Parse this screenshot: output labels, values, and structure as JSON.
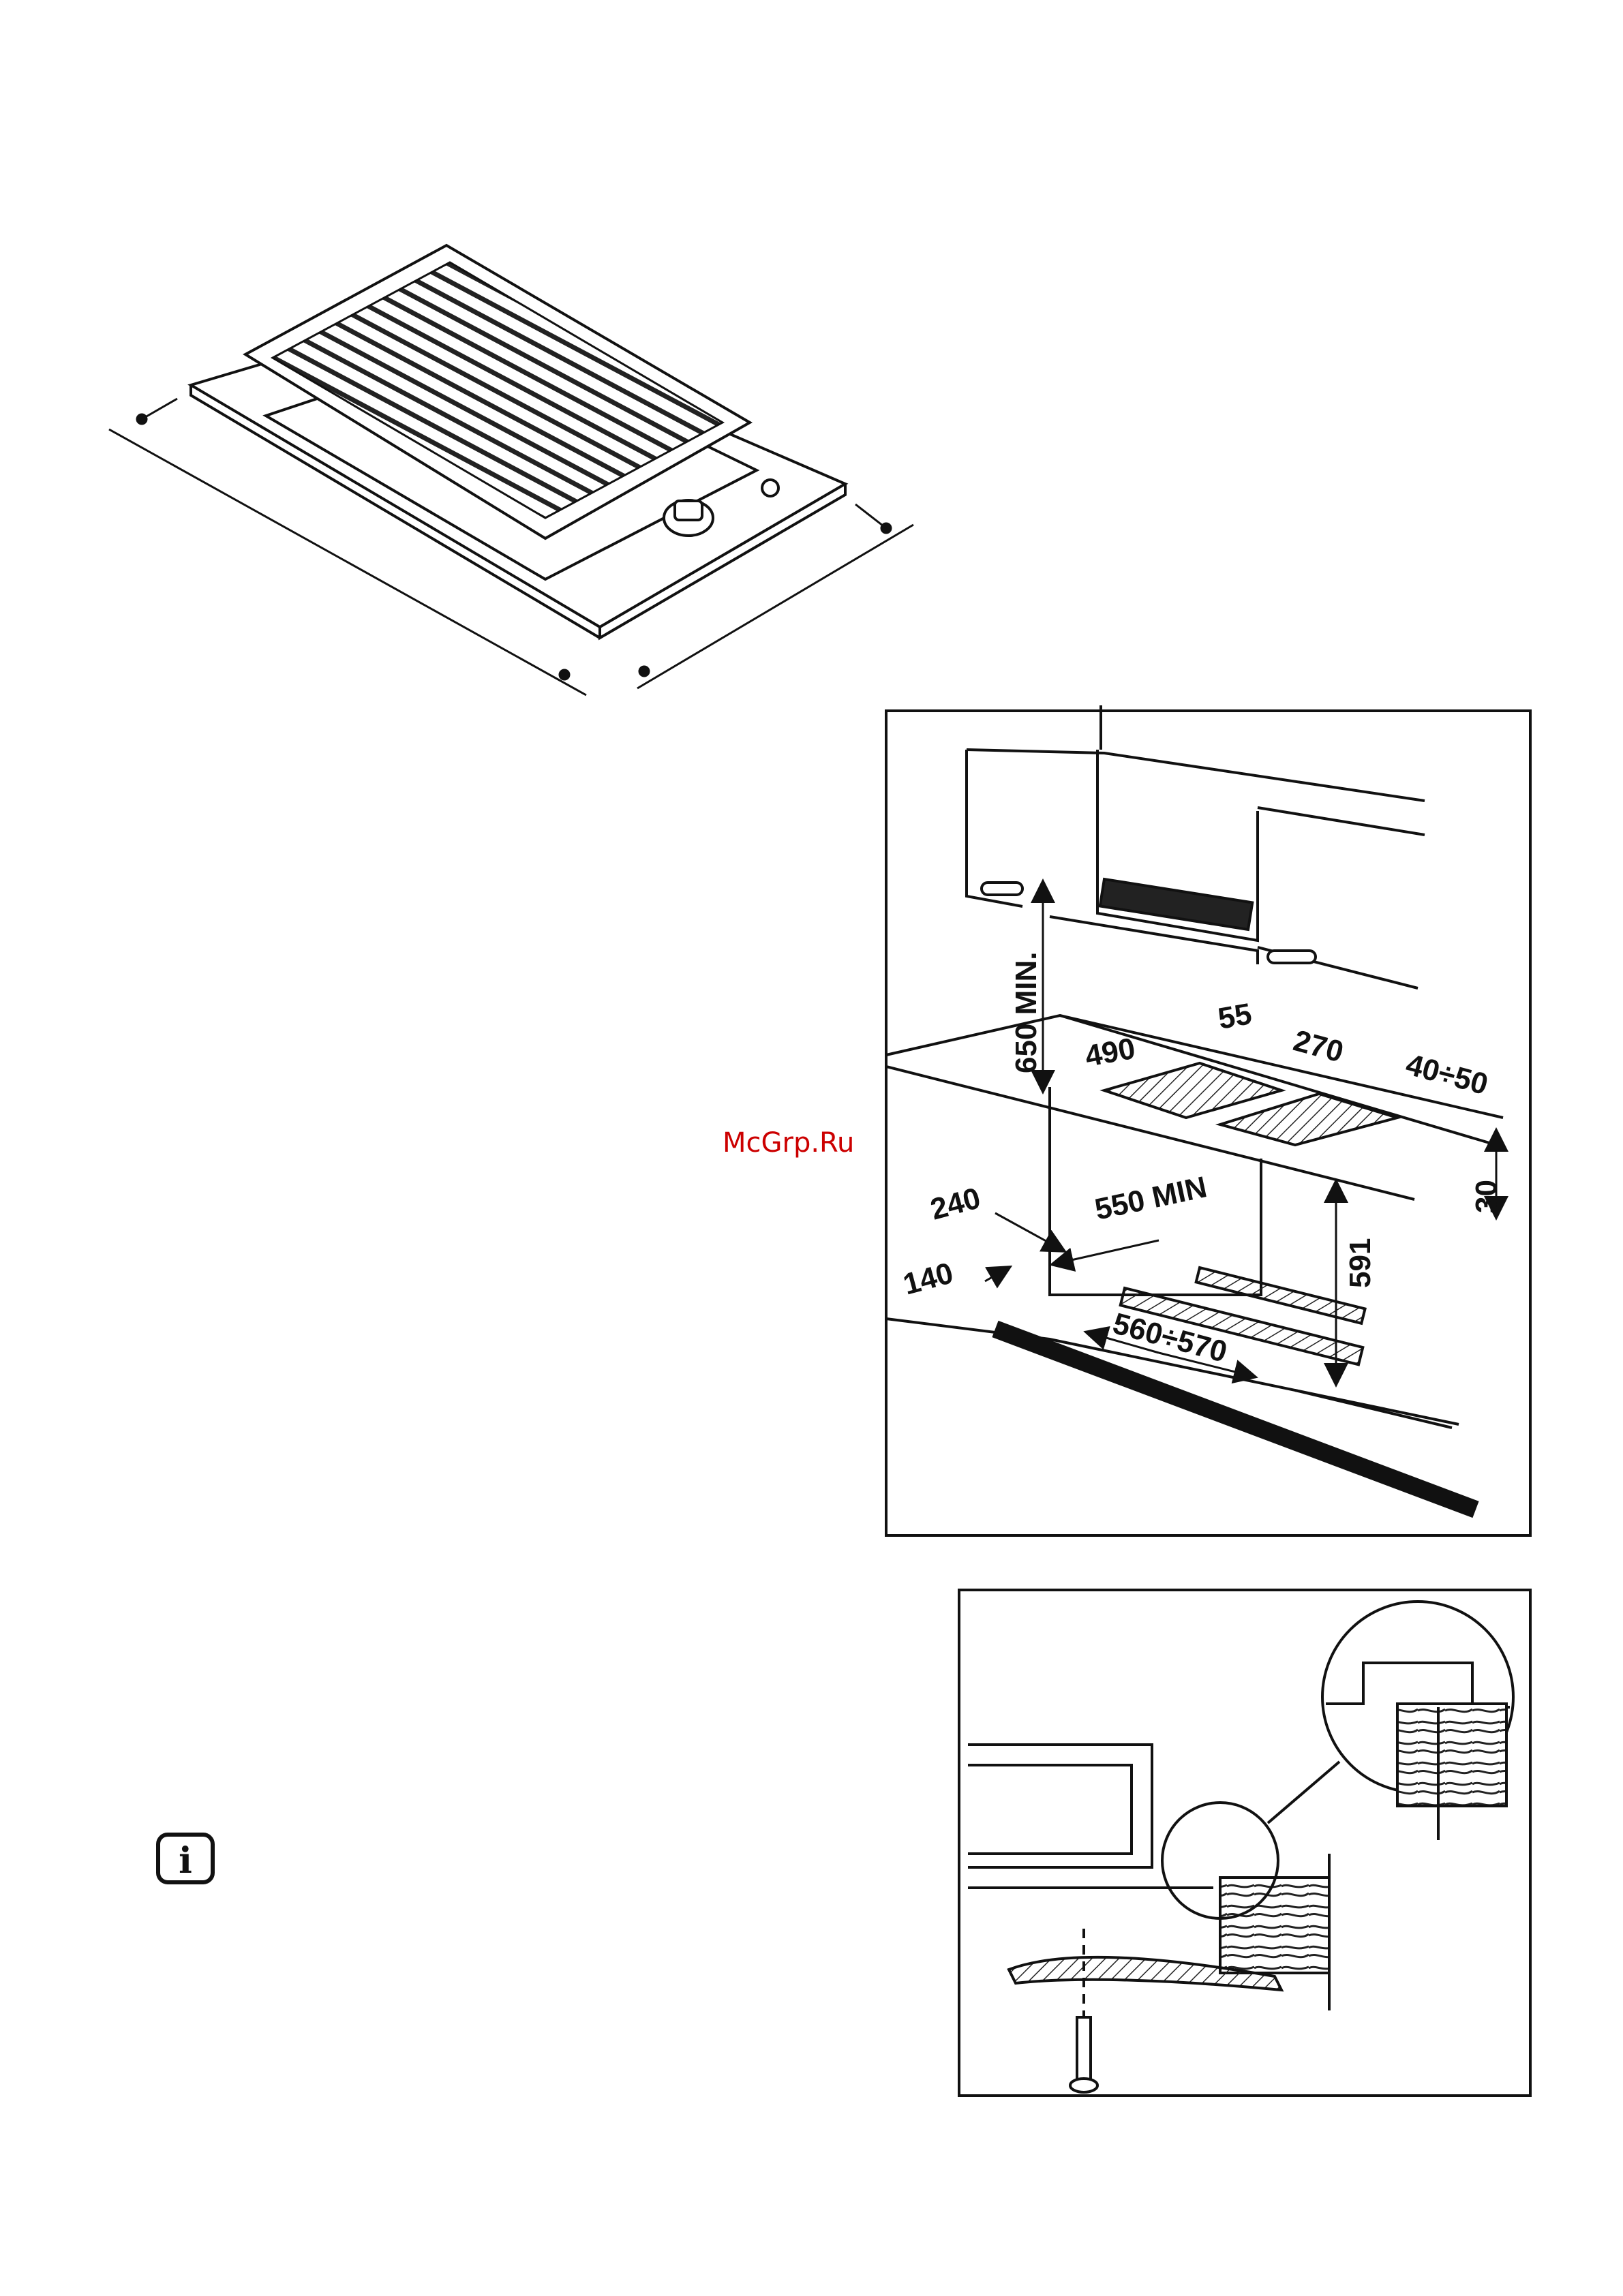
{
  "watermark": "McGrp.Ru",
  "installation_dimensions": {
    "clearance_above": "650 MIN.",
    "cutout_depth": "490",
    "front_margin": "55",
    "cutout_width": "270",
    "rear_margin": "40÷50",
    "worktop_thickness": "30",
    "side_distance": "240",
    "cabinet_width": "550 MIN",
    "front_distance": "140",
    "cabinet_height": "591",
    "opening_width": "560÷570"
  },
  "info_icon": "info-icon",
  "colors": {
    "ink": "#111111",
    "watermark": "#cc0000"
  }
}
